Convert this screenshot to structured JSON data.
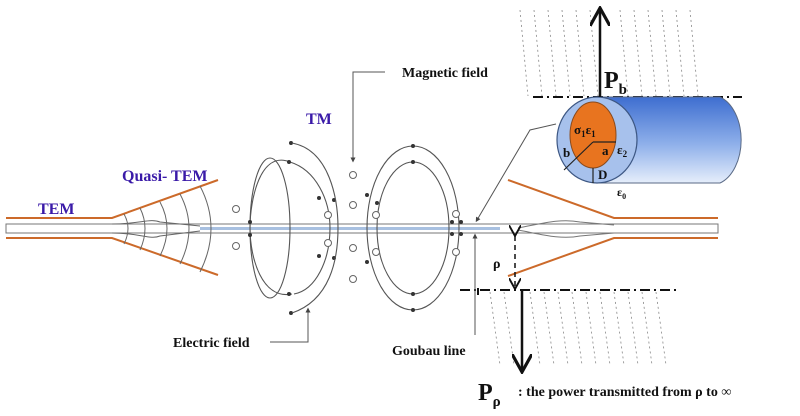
{
  "diagram": {
    "title": "Goubau line surface wave mode transition",
    "colors": {
      "flare": "#cc6a2a",
      "wire": "#a8c0e0",
      "field_line": "#555555",
      "mode_label": "#3a1aa8",
      "cylinder_top": "#3e6ed0",
      "cylinder_bottom": "#dfe9f8",
      "core": "#e8741f"
    },
    "labels": {
      "tem": "TEM",
      "quasi_tem": "Quasi- TEM",
      "tm": "TM",
      "magnetic_field": "Magnetic field",
      "electric_field": "Electric field",
      "goubau_line": "Goubau line",
      "rho": "ρ",
      "p_b": "P",
      "p_b_sub": "b",
      "p_rho": "P",
      "p_rho_sub": "ρ",
      "p_rho_desc": ": the power transmitted from ρ to ∞"
    },
    "cross_section": {
      "core_label": "σ",
      "core_sub1": "1",
      "core_eps": "ε",
      "core_sub2": "1",
      "radius_a": "a",
      "radius_b": "b",
      "eps2": "ε",
      "eps2_sub": "2",
      "distance_D": "D",
      "eps0": "ε",
      "eps0_sub": "0"
    }
  }
}
